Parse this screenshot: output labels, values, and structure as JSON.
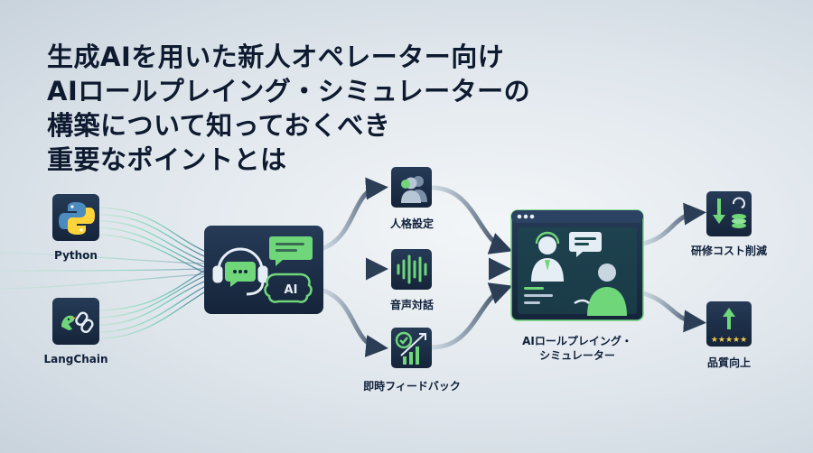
{
  "title_lines": [
    "生成AIを用いた新人オペレーター向け",
    "AIロールプレイング・シミュレーターの",
    "構築について知っておくべき",
    "重要なポイントとは"
  ],
  "inputs": {
    "python": "Python",
    "langchain": "LangChain"
  },
  "hub": {
    "ai_text": "AI"
  },
  "features": {
    "persona": "人格設定",
    "voice": "音声対話",
    "feedback": "即時フィードバック"
  },
  "simulator": {
    "label_line1": "AIロールプレイング・",
    "label_line2": "シミュレーター"
  },
  "outcomes": {
    "cost": "研修コスト削減",
    "quality": "品質向上"
  },
  "colors": {
    "tile_dark": "#1d2f48",
    "accent_green": "#6fd67a",
    "arrow_dark": "#2c3e55"
  }
}
